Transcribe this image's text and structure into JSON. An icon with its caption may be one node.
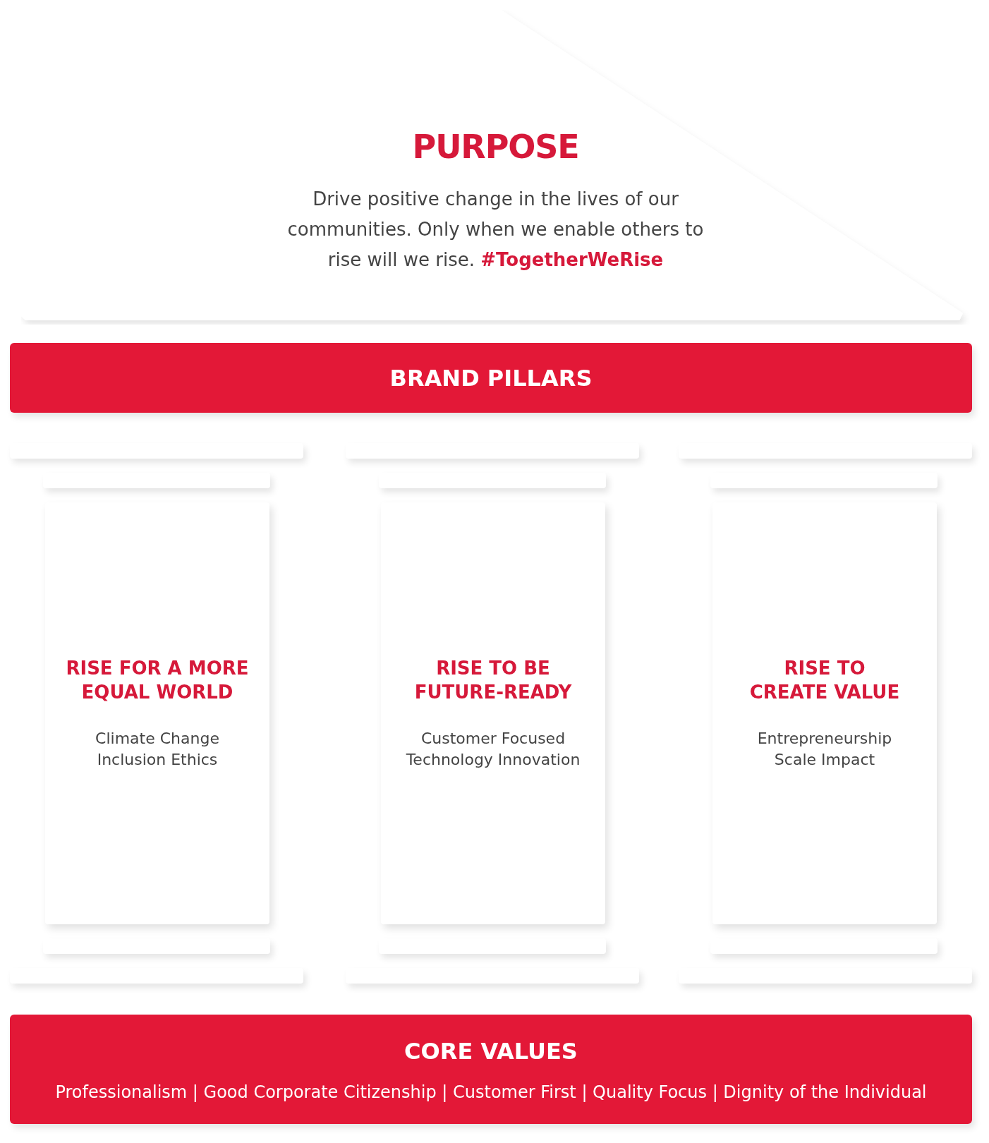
{
  "diagram": {
    "nodes": [
      {
        "text": [
          "PURPOSE",
          "Drive positive change in the lives of our communities. Only when we enable others to rise will we rise. **#TogetherWeRise**"
        ]
      },
      {
        "text": [
          "BRAND PILLARS"
        ]
      },
      {
        "text": [
          "RISE FOR A MORE EQUAL WORLD",
          "Climate Change Inclusion Ethics"
        ]
      },
      {
        "text": [
          "RISE TO BE FUTURE-READY",
          "Customer Focused Technology Innovation"
        ]
      },
      {
        "text": [
          "RISE TO CREATE VALUE",
          "Entrepreneurship Scale Impact"
        ]
      },
      {
        "text": [
          "CORE VALUES",
          "Professionalism | Good Corporate Citizenship | Customer First | Quality Focus | Dignity of the Individual"
        ]
      },
      {
        "text": [],
        "shape": "bar"
      },
      {
        "text": [],
        "shape": "bar"
      },
      {
        "text": [],
        "shape": "bar"
      },
      {
        "text": [],
        "shape": "bar"
      },
      {
        "text": [],
        "shape": "bar"
      },
      {
        "text": [],
        "shape": "bar"
      },
      {
        "text": [],
        "shape": "bar"
      },
      {
        "text": [],
        "shape": "bar"
      },
      {
        "text": [],
        "shape": "bar"
      },
      {
        "text": [],
        "shape": "bar"
      },
      {
        "text": [],
        "shape": "bar"
      },
      {
        "text": [],
        "shape": "bar"
      }
    ]
  }
}
